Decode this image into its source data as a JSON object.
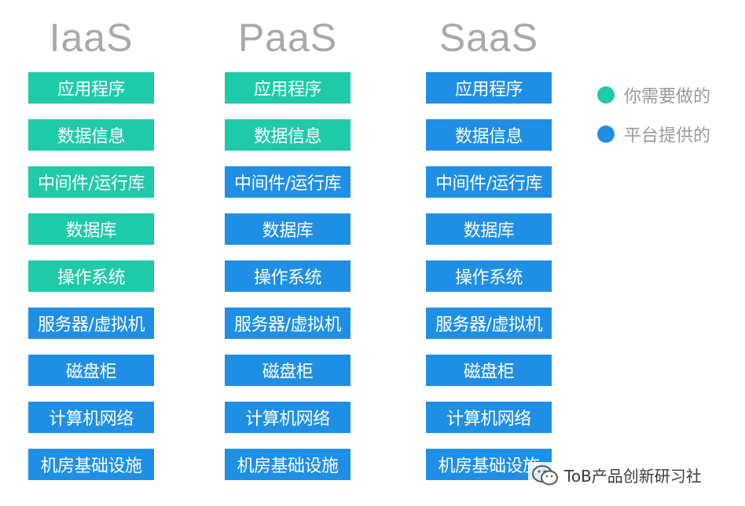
{
  "columns": [
    {
      "title": "IaaS",
      "items": [
        {
          "label": "应用程序",
          "who": "user"
        },
        {
          "label": "数据信息",
          "who": "user"
        },
        {
          "label": "中间件/运行库",
          "who": "user"
        },
        {
          "label": "数据库",
          "who": "user"
        },
        {
          "label": "操作系统",
          "who": "user"
        },
        {
          "label": "服务器/虚拟机",
          "who": "platform"
        },
        {
          "label": "磁盘柜",
          "who": "platform"
        },
        {
          "label": "计算机网络",
          "who": "platform"
        },
        {
          "label": "机房基础设施",
          "who": "platform"
        }
      ]
    },
    {
      "title": "PaaS",
      "items": [
        {
          "label": "应用程序",
          "who": "user"
        },
        {
          "label": "数据信息",
          "who": "user"
        },
        {
          "label": "中间件/运行库",
          "who": "platform"
        },
        {
          "label": "数据库",
          "who": "platform"
        },
        {
          "label": "操作系统",
          "who": "platform"
        },
        {
          "label": "服务器/虚拟机",
          "who": "platform"
        },
        {
          "label": "磁盘柜",
          "who": "platform"
        },
        {
          "label": "计算机网络",
          "who": "platform"
        },
        {
          "label": "机房基础设施",
          "who": "platform"
        }
      ]
    },
    {
      "title": "SaaS",
      "items": [
        {
          "label": "应用程序",
          "who": "platform"
        },
        {
          "label": "数据信息",
          "who": "platform"
        },
        {
          "label": "中间件/运行库",
          "who": "platform"
        },
        {
          "label": "数据库",
          "who": "platform"
        },
        {
          "label": "操作系统",
          "who": "platform"
        },
        {
          "label": "服务器/虚拟机",
          "who": "platform"
        },
        {
          "label": "磁盘柜",
          "who": "platform"
        },
        {
          "label": "计算机网络",
          "who": "platform"
        },
        {
          "label": "机房基础设施",
          "who": "platform"
        }
      ]
    }
  ],
  "legend": {
    "user": {
      "label": "你需要做的",
      "color": "#1fcaa9"
    },
    "platform": {
      "label": "平台提供的",
      "color": "#1f8fe5"
    }
  },
  "watermark": {
    "text": "ToB产品创新研习社",
    "icon": "wechat-icon"
  }
}
